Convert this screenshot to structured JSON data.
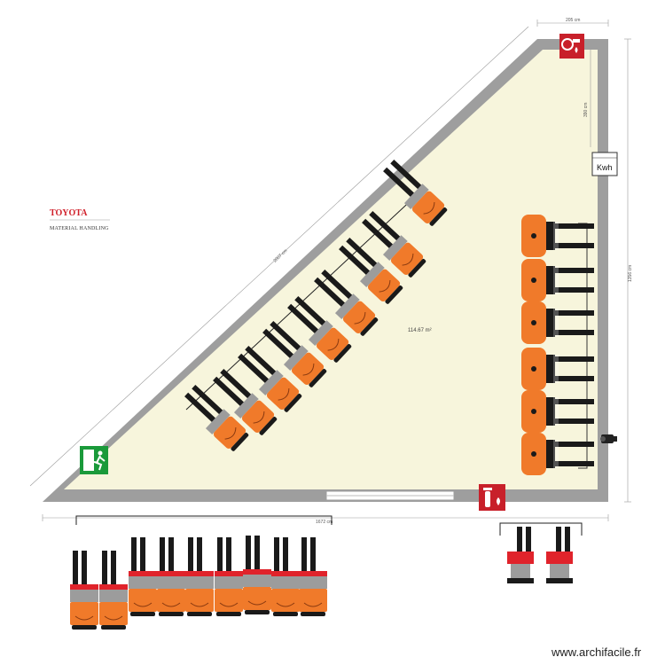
{
  "brand": {
    "name": "TOYOTA",
    "subtitle": "MATERIAL HANDLING"
  },
  "dimensions": {
    "top_width": "205 cm",
    "right_upper": "390 cm",
    "right_height": "1356 cm",
    "hypotenuse": "2007 cm",
    "bottom_width": "1672 cm"
  },
  "room": {
    "area": "114.67 m²"
  },
  "meter_box": {
    "label": "Kwh"
  },
  "watermark": "www.archifacile.fr",
  "colors": {
    "floor": "#f7f5dc",
    "wall": "#9e9e9e",
    "truck_orange": "#f07a2a",
    "truck_red": "#e0232b",
    "truck_gray": "#9c9c9c",
    "fork_black": "#1a1a1a",
    "sign_red": "#c8202a",
    "exit_green": "#1a9a3a"
  },
  "icons": [
    "fire-hose-sign-icon",
    "fire-extinguisher-sign-icon",
    "emergency-exit-sign-icon",
    "camera-icon",
    "electric-meter-icon"
  ]
}
